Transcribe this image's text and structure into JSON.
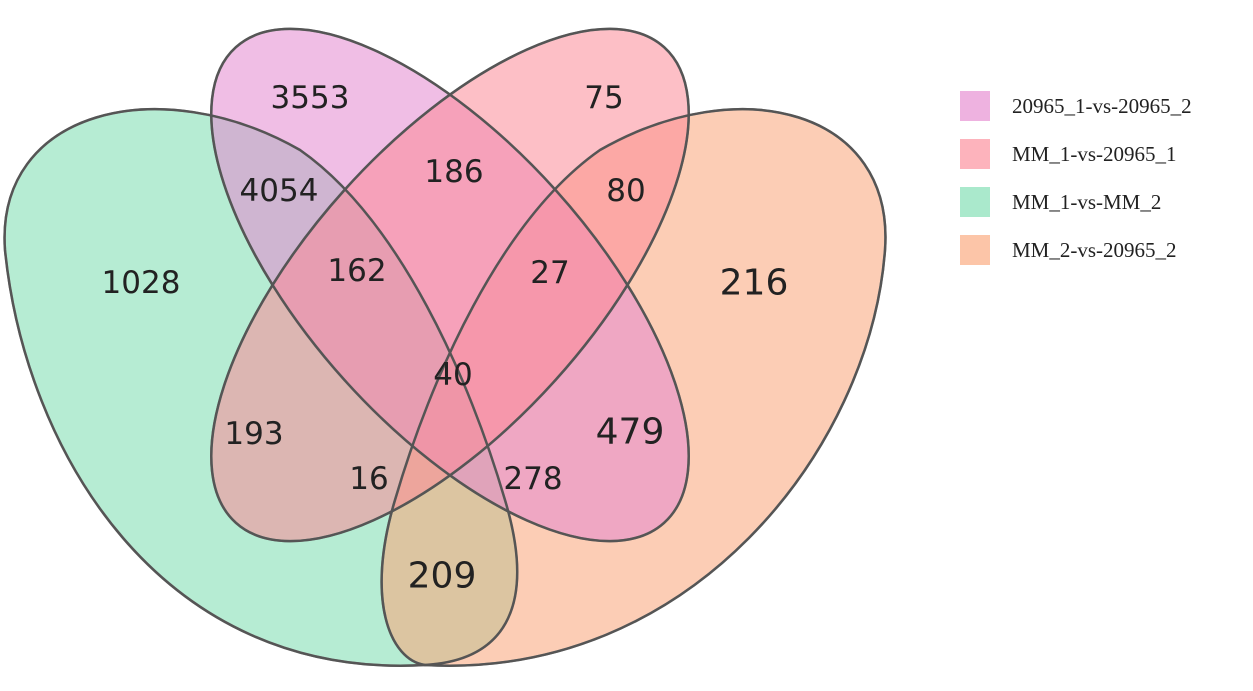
{
  "sets": [
    {
      "key": "A",
      "label": "20965_1-vs-20965_2",
      "color": "#E589D0"
    },
    {
      "key": "B",
      "label": "MM_1-vs-20965_1",
      "color": "#FC8B98"
    },
    {
      "key": "C",
      "label": "MM_1-vs-MM_2",
      "color": "#7CDDB0"
    },
    {
      "key": "D",
      "label": "MM_2-vs-20965_2",
      "color": "#FBA679"
    }
  ],
  "regions": {
    "A": "3553",
    "B": "75",
    "C": "1028",
    "D": "216",
    "AB": "186",
    "AC": "4054",
    "BD": "80",
    "ABC": "162",
    "ABD": "27",
    "ABCD": "40",
    "AD": "479",
    "BC": "193",
    "BCD": "16",
    "ACD": "278",
    "CD": "209"
  }
}
